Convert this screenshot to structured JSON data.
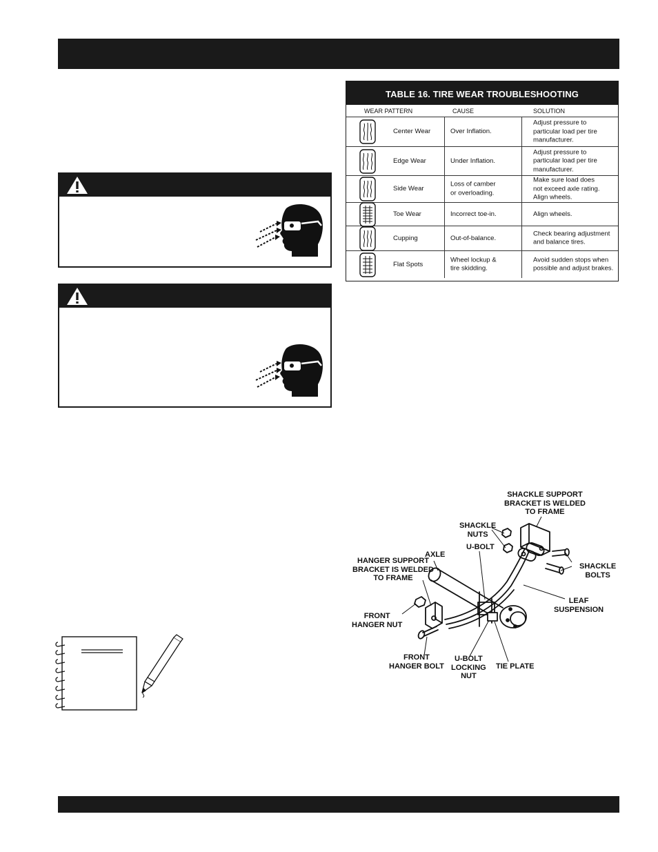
{
  "table16": {
    "title": "TABLE 16.  TIRE WEAR TROUBLESHOOTING",
    "headers": {
      "wear_pattern": "WEAR PATTERN",
      "cause": "CAUSE",
      "solution": "SOLUTION"
    },
    "rows": [
      {
        "pattern": "Center Wear",
        "cause": "Over Inflation.",
        "solution": [
          "Adjust pressure to",
          "particular load per tire",
          "manufacturer."
        ]
      },
      {
        "pattern": "Edge Wear",
        "cause": "Under Inflation.",
        "solution": [
          "Adjust pressure to",
          "particular load per tire",
          "manufacturer."
        ]
      },
      {
        "pattern": "Side Wear",
        "cause": "Loss of camber\nor overloading.",
        "solution": [
          "Make sure load does",
          "not exceed axle rating.",
          "Align wheels."
        ]
      },
      {
        "pattern": "Toe Wear",
        "cause": "Incorrect toe-in.",
        "solution": [
          "Align wheels."
        ]
      },
      {
        "pattern": "Cupping",
        "cause": "Out-of-balance.",
        "solution": [
          "Check bearing adjustment",
          "and balance tires."
        ]
      },
      {
        "pattern": "Flat Spots",
        "cause": "Wheel lockup &\ntire skidding.",
        "solution": [
          "Avoid sudden stops when",
          "possible and adjust brakes."
        ]
      }
    ]
  },
  "diagram": {
    "labels": {
      "shackle_support": "SHACKLE SUPPORT\nBRACKET IS WELDED\nTO FRAME",
      "shackle_nuts": "SHACKLE\nNUTS",
      "axle": "AXLE",
      "u_bolt": "U-BOLT",
      "shackle_bolts": "SHACKLE\nBOLTS",
      "hanger_support": "HANGER SUPPORT\nBRACKET IS WELDED\nTO FRAME",
      "leaf_suspension": "LEAF\nSUSPENSION",
      "front_hanger_nut": "FRONT\nHANGER NUT",
      "front_hanger_bolt": "FRONT\nHANGER BOLT",
      "u_bolt_locking_nut": "U-BOLT\nLOCKING\nNUT",
      "tie_plate": "TIE PLATE"
    }
  },
  "icons": {
    "warning": "warning-triangle-icon",
    "safety": "safety-glasses-icon",
    "notes": "notebook-pencil-icon"
  }
}
